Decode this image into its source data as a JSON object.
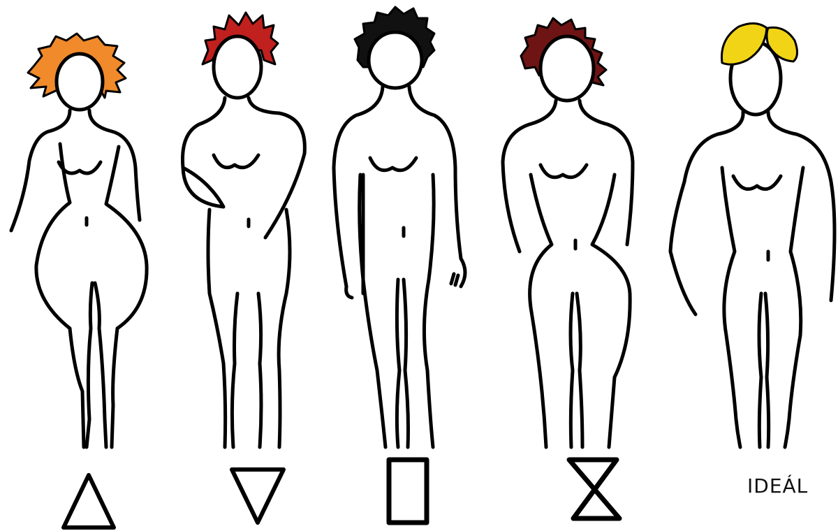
{
  "figures": [
    {
      "shape": "triangle",
      "hair_color": "#F08A2A",
      "symbol": "triangle-up-icon"
    },
    {
      "shape": "inverted-triangle",
      "hair_color": "#C0201E",
      "symbol": "triangle-down-icon"
    },
    {
      "shape": "rectangle",
      "hair_color": "#111111",
      "symbol": "rectangle-icon"
    },
    {
      "shape": "hourglass",
      "hair_color": "#6E1414",
      "symbol": "hourglass-icon"
    },
    {
      "shape": "ideal",
      "hair_color": "#F2D416",
      "label": "IDEÁL"
    }
  ],
  "stroke_color": "#000000"
}
